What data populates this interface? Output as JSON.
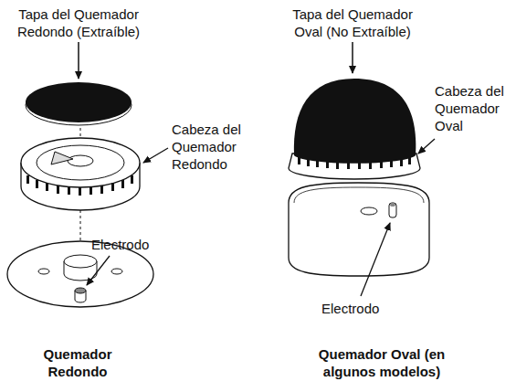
{
  "diagram": {
    "labels": [
      "Tapa del Quemador Redondo (Extraíble)",
      "Cabeza del Quemador Redondo",
      "Electrodo",
      "Quemador Redondo",
      "Tapa del Quemador Oval (No Extraíble)",
      "Cabeza del Quemador Oval",
      "Electrodo",
      "Quemador Oval (en algunos modelos)"
    ]
  }
}
